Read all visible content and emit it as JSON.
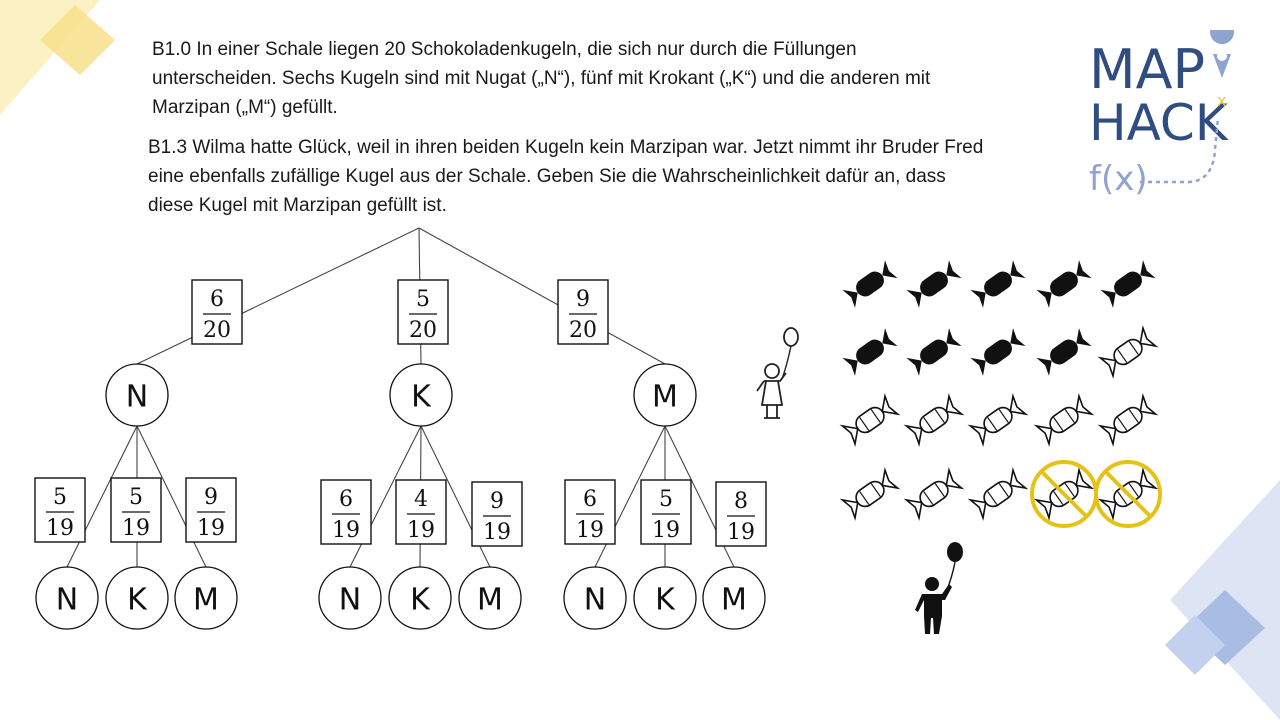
{
  "task": {
    "b10": "B1.0 In einer Schale liegen 20 Schokoladenkugeln, die sich nur durch die Füllungen unterscheiden. Sechs Kugeln sind mit Nugat („N“), fünf mit Krokant („K“) und die anderen mit Marzipan („M“) gefüllt.",
    "b13": "B1.3 Wilma hatte Glück, weil in ihren beiden Kugeln kein Marzipan war. Jetzt nimmt ihr Bruder Fred eine ebenfalls zufällige Kugel aus der Schale. Geben Sie die Wahrscheinlichkeit dafür an, dass diese Kugel mit Marzipan gefüllt ist."
  },
  "logo": {
    "line1": "MAP",
    "line2": "HACK",
    "fx": "f(x)",
    "x_mark": "x"
  },
  "tree": {
    "level1": [
      {
        "label": "N",
        "num": "6",
        "den": "20"
      },
      {
        "label": "K",
        "num": "5",
        "den": "20"
      },
      {
        "label": "M",
        "num": "9",
        "den": "20"
      }
    ],
    "level2": [
      [
        {
          "label": "N",
          "num": "5",
          "den": "19"
        },
        {
          "label": "K",
          "num": "5",
          "den": "19"
        },
        {
          "label": "M",
          "num": "9",
          "den": "19"
        }
      ],
      [
        {
          "label": "N",
          "num": "6",
          "den": "19"
        },
        {
          "label": "K",
          "num": "4",
          "den": "19"
        },
        {
          "label": "M",
          "num": "9",
          "den": "19"
        }
      ],
      [
        {
          "label": "N",
          "num": "6",
          "den": "19"
        },
        {
          "label": "K",
          "num": "5",
          "den": "19"
        },
        {
          "label": "M",
          "num": "8",
          "den": "19"
        }
      ]
    ]
  },
  "candies": {
    "rows": [
      [
        "filled",
        "filled",
        "filled",
        "filled",
        "filled"
      ],
      [
        "filled",
        "filled",
        "filled",
        "filled",
        "outline"
      ],
      [
        "outline",
        "outline",
        "outline",
        "outline",
        "outline"
      ],
      [
        "outline",
        "outline",
        "outline",
        "crossed",
        "crossed"
      ]
    ]
  },
  "colors": {
    "accent_yellow": "#f5d76e",
    "accent_blue": "#8fa8d8",
    "logo_blue": "#2f4d80",
    "crossed_yellow": "#e5c21a"
  }
}
